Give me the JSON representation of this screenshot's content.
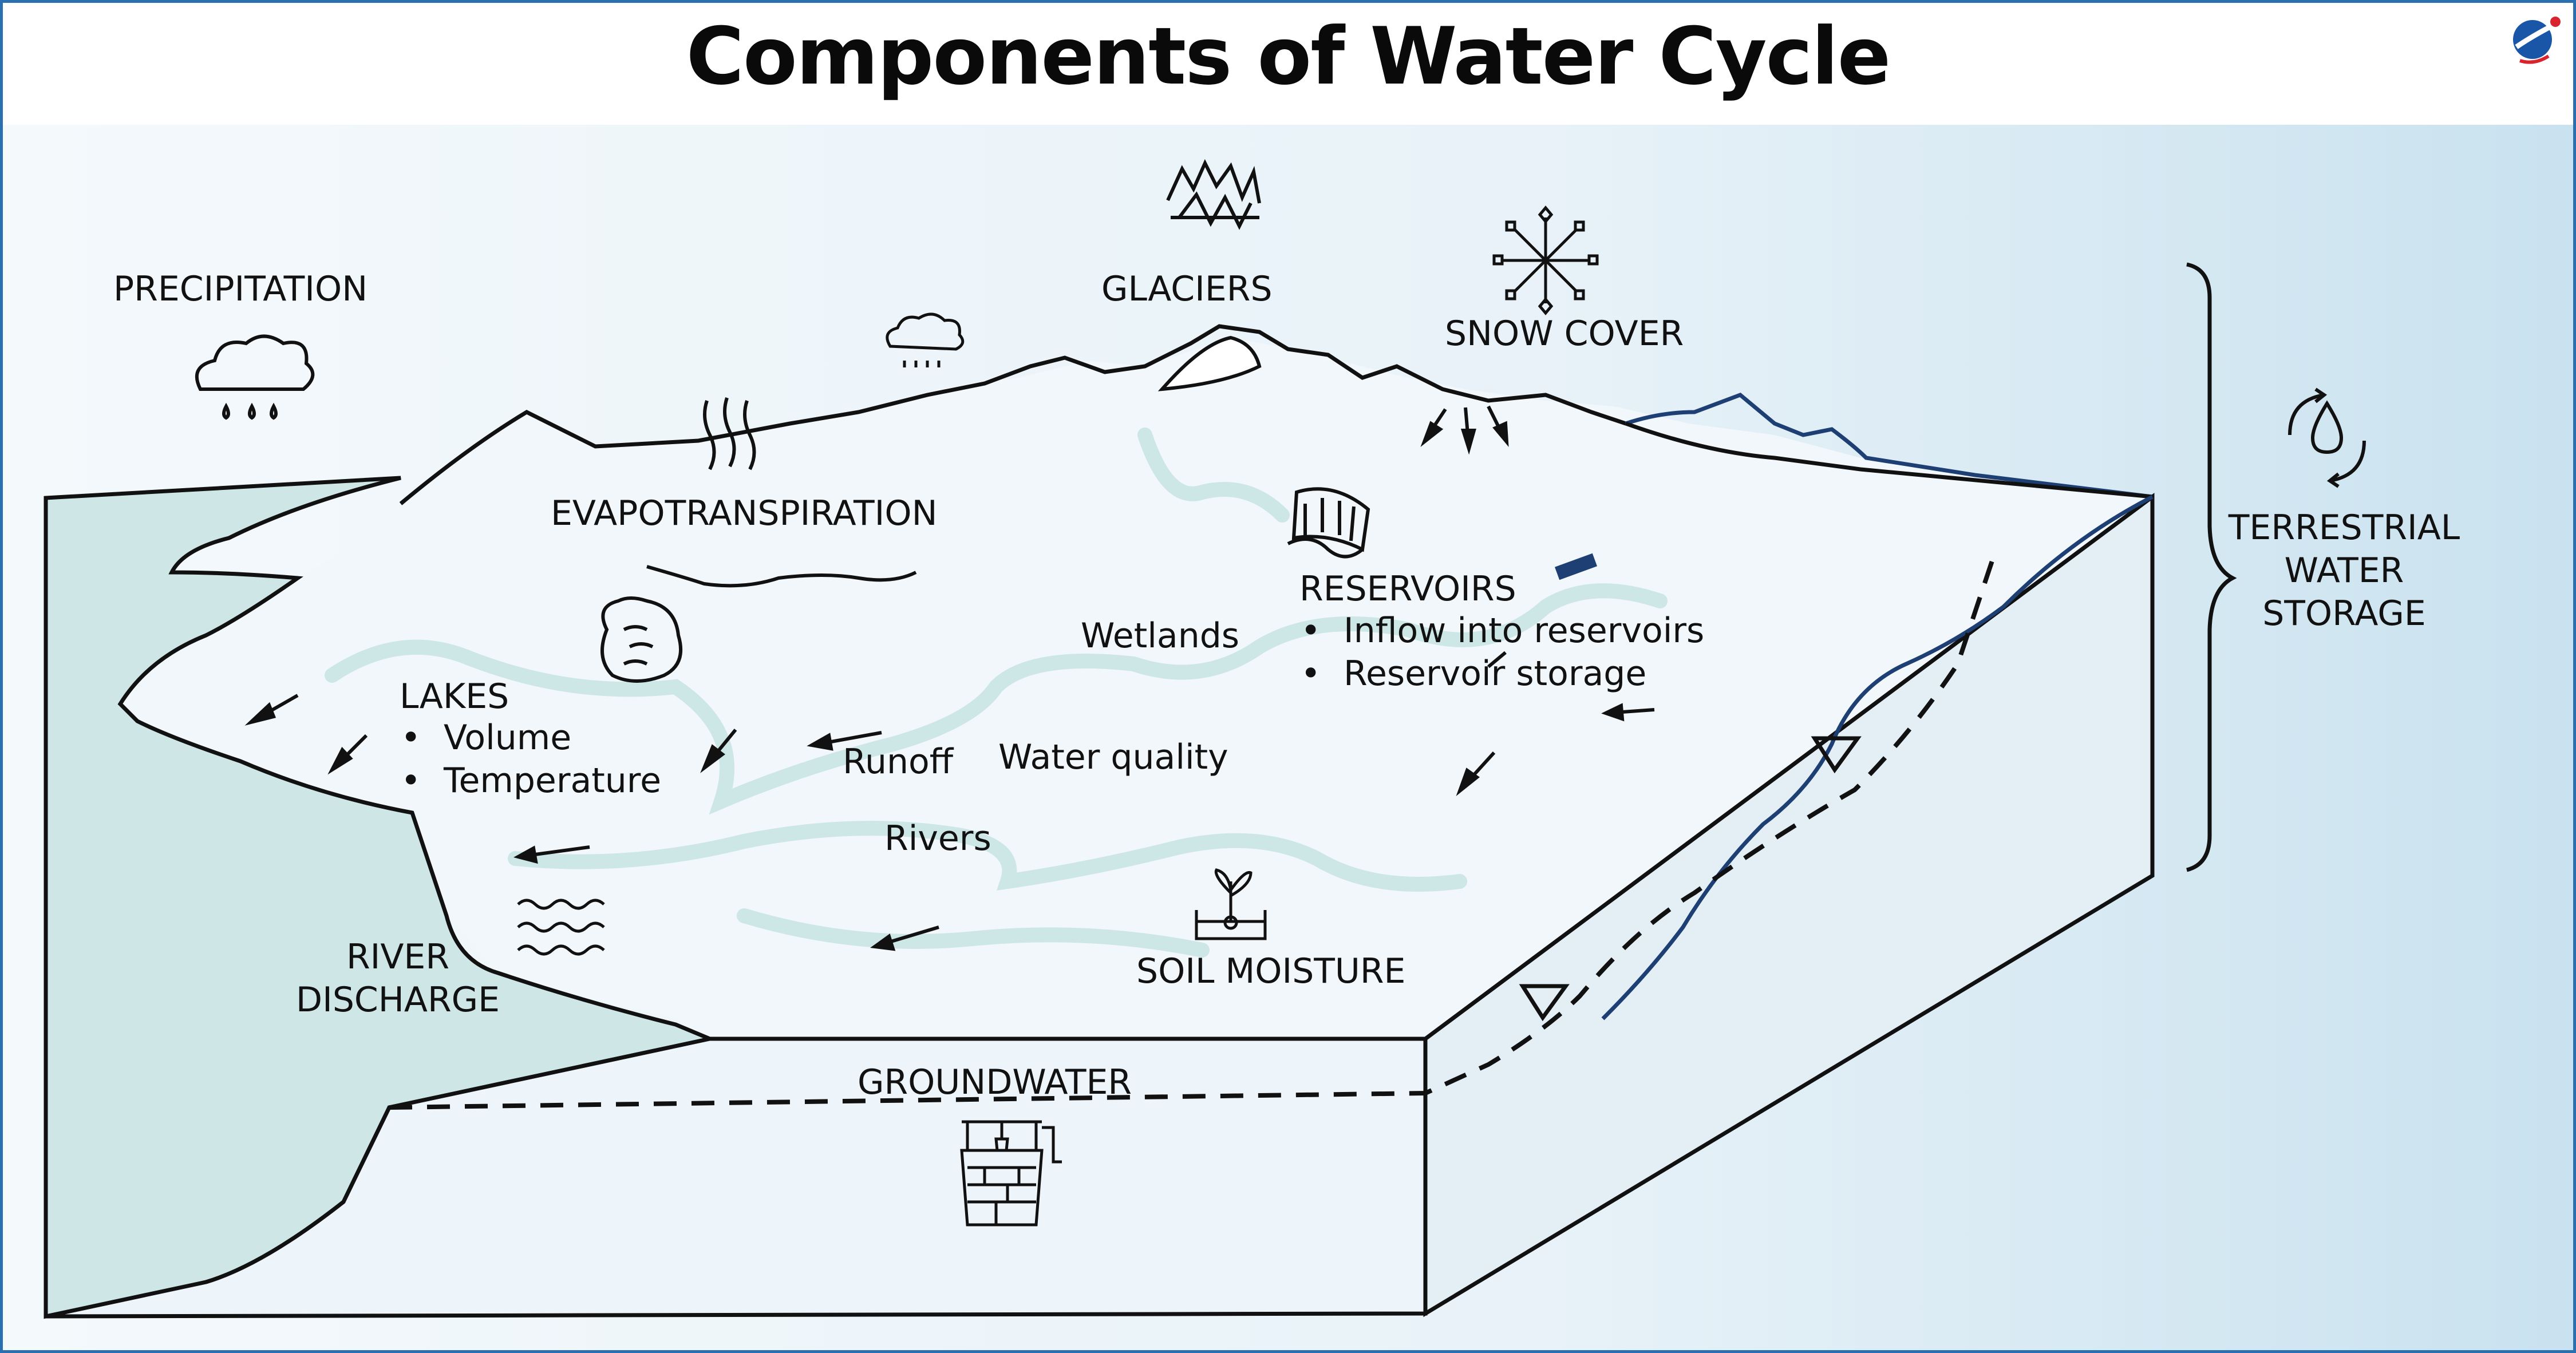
{
  "title": "Components of Water Cycle",
  "labels": {
    "precipitation": "PRECIPITATION",
    "glaciers": "GLACIERS",
    "snow_cover": "SNOW COVER",
    "evapotranspiration": "EVAPOTRANSPIRATION",
    "reservoirs": "RESERVOIRS",
    "reservoir_items": [
      "Inflow into reservoirs",
      "Reservoir storage"
    ],
    "wetlands": "Wetlands",
    "lakes": "LAKES",
    "lake_items": [
      "Volume",
      "Temperature"
    ],
    "runoff": "Runoff",
    "water_quality": "Water quality",
    "rivers": "Rivers",
    "soil_moisture": "SOIL MOISTURE",
    "river_discharge": [
      "RIVER",
      "DISCHARGE"
    ],
    "groundwater": "GROUNDWATER",
    "terrestrial_water_storage": [
      "TERRESTRIAL",
      "WATER",
      "STORAGE"
    ]
  },
  "colors": {
    "title_text": "#0a0a0a",
    "frame_border": "#2a6fb0",
    "water": "#cfe6e6",
    "land_fill": "#eef5fa",
    "river_line": "#1d3f73",
    "logo_blue": "#1a56a8",
    "logo_red": "#d9232e"
  },
  "icons": [
    "cloud-rain-icon",
    "glacier-icon",
    "snowflake-icon",
    "dam-icon",
    "lake-icon",
    "waves-icon",
    "plant-icon",
    "well-icon",
    "water-cycle-icon",
    "logo-icon"
  ]
}
